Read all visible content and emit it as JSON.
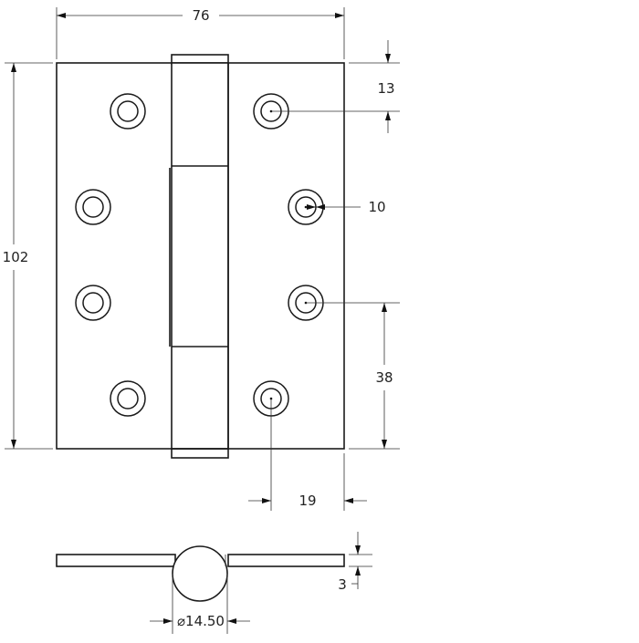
{
  "dimensions": {
    "width": "76",
    "height": "102",
    "top_hole_offset": "13",
    "hole_diameter": "10",
    "hole_spacing": "38",
    "hole_edge_offset": "19",
    "thickness": "3",
    "knuckle_diameter": "⌀14.50"
  },
  "holes": [
    {
      "side": "left",
      "row": 1
    },
    {
      "side": "left",
      "row": 2
    },
    {
      "side": "left",
      "row": 3
    },
    {
      "side": "left",
      "row": 4
    },
    {
      "side": "right",
      "row": 1
    },
    {
      "side": "right",
      "row": 2
    },
    {
      "side": "right",
      "row": 3
    },
    {
      "side": "right",
      "row": 4
    }
  ]
}
